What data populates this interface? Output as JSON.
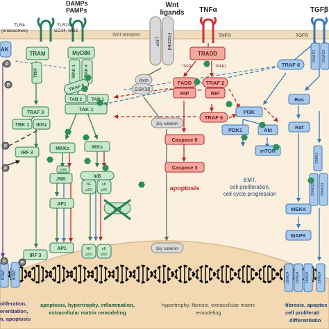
{
  "headers": {
    "damps": "DAMPs",
    "pamps": "PAMPs",
    "wnt": "Wnt",
    "ligands": "ligands",
    "tnf": "TNFα",
    "tgf": "TGFβ"
  },
  "receptors": {
    "tlr4": "TLR4",
    "endosomes": "(endosomes)",
    "tlr24": "TLR2/4",
    "cd14": "CD14, MD2",
    "wnt_receptor": "Wnt receptor",
    "lrp": "LRP",
    "frizzled": "Frizzled",
    "tnfr": "TNFR",
    "tgfr": "TGFR"
  },
  "nodes": {
    "ak": "AK",
    "tram": "TRAM",
    "myd88": "MyD88",
    "trif": "TRIF",
    "irak1": "IRAK 1",
    "irak4": "IRAK 4",
    "traf6": "TRAF 6",
    "traf3": "TRAF 3",
    "tbk1": "TBK 1",
    "ikke": "IKKε",
    "tab2": "TAB 2",
    "tab1": "TAB 1",
    "tak1": "TAK 1",
    "axin": "Axin",
    "gsk3b": "GSK3β",
    "bcat": "β/γ catenin",
    "bcat2": "β/γ catenin",
    "tradd": "TRADD",
    "tnfr1": "TNFR1",
    "tnfr2": "TNFR2",
    "fadd": "FADD",
    "rip": "RIP",
    "traf2": "TRAF 2",
    "rip2": "RIP",
    "traf6b": "TRAF 6",
    "casp8": "Caspase 8",
    "casp3": "Caspase 3",
    "apoptosis": "apoptosis",
    "pi3k": "PI3K",
    "pdk1": "PDK1",
    "akt": "Akt",
    "mtor": "mTOR",
    "traf6c": "TRAF 6",
    "ras": "Ras",
    "raf": "Raf",
    "mekk": "MEKK",
    "mapk": "MAPK",
    "smad2": "SMAD2",
    "smad3": "SMAD3",
    "smad": "SMAD",
    "irf3": "IRF 3",
    "irf3b": "IRF 3",
    "mkks": "MKKs",
    "ikks": "IKKs",
    "p38": "p38",
    "jnk": "JNK",
    "ap1": "AP1",
    "ap1b": "AP1",
    "ikb": "IκB",
    "nf": "NF",
    "kb": "κB",
    "p50": "p50",
    "p65": "p65",
    "ikb2": "IκB",
    "nf2": "NF",
    "kb2": "κB",
    "p50b": "p50",
    "p65b": "p65",
    "stat": "STAT",
    "smad4": "SMAD4",
    "p": "P"
  },
  "texts": {
    "emt1": "EMT,",
    "emt2": "cell proliferation,",
    "emt3": "cell cycle progression",
    "left1": "oliferation,",
    "left2": "erentiation,",
    "left3": "n, apoptosis",
    "out1a": "apoptosis, hypertrophy, inflammation,",
    "out1b": "extracellular matrix remodeling",
    "out2a": "hypertrophy, fibrosis, extracellular matrix",
    "out2b": "remodeling",
    "out3a": "fibrosis, apoptos",
    "out3b": "cell proliferati",
    "out3c": "differentiatio"
  },
  "colors": {
    "tlr": "#2a7d5a",
    "tnf": "#cc3333",
    "tgf": "#3b78b8",
    "wnt": "#7a7a7a",
    "green_box": "#c9e8c9",
    "red_box": "#f4a8a0",
    "blue_box": "#a9c8ea",
    "cell": "#fbf0dd",
    "nucleus": "#f3d9b3"
  }
}
